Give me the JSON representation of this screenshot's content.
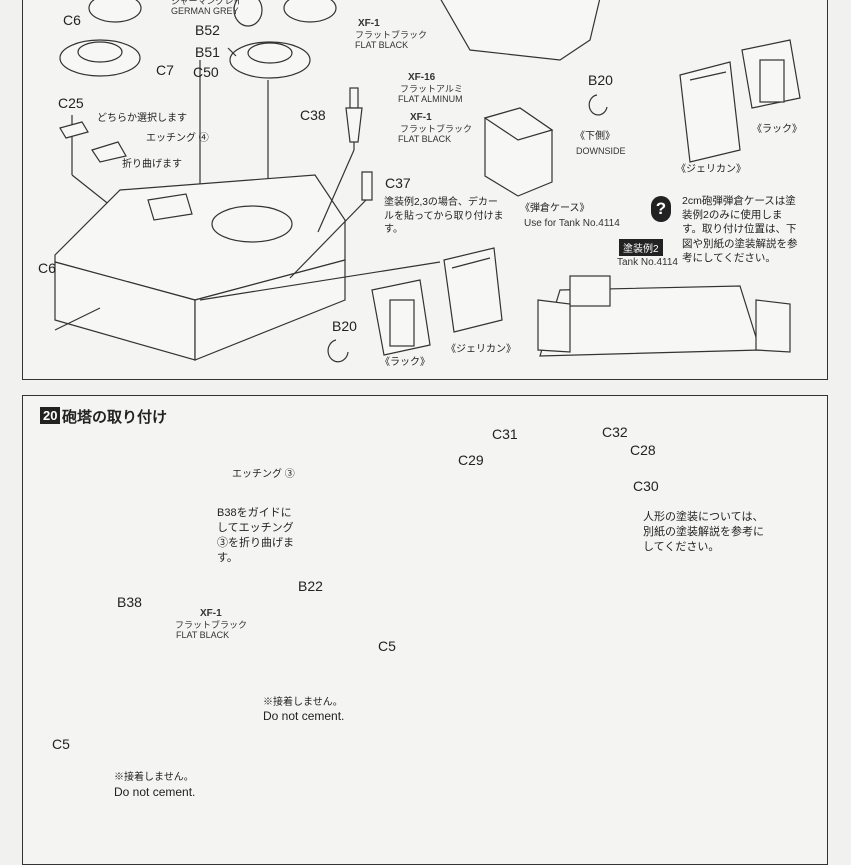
{
  "top": {
    "paint_german_grey": "ジャーマングレイ\nGERMAN GREY",
    "parts": {
      "b52": "B52",
      "b51": "B51",
      "c6": "C6",
      "c7": "C7",
      "c50": "C50",
      "c25": "C25",
      "c38": "C38",
      "c37": "C37",
      "c6b": "C6",
      "b20": "B20",
      "b20b": "B20"
    },
    "paint_xf1_a": {
      "code": "XF-1",
      "jp": "フラットブラック",
      "en": "FLAT BLACK"
    },
    "paint_xf16": {
      "code": "XF-16",
      "jp": "フラットアルミ",
      "en": "FLAT ALMINUM"
    },
    "paint_xf1_b": {
      "code": "XF-1",
      "jp": "フラットブラック",
      "en": "FLAT BLACK"
    },
    "choose_either": "どちらか選択します",
    "etching_4": "エッチング ④",
    "bend": "折り曲げます",
    "c37_note": "塗装例2,3の場合、デカールを貼ってから取り付けます。",
    "downside_jp": "《下側》",
    "downside_en": "DOWNSIDE",
    "rack_jp": "《ラック》",
    "jerrycan_jp": "《ジェリカン》",
    "rack_jp_b": "《ラック》",
    "jerrycan_jp_b": "《ジェリカン》",
    "ammo_case_jp": "《弾倉ケース》",
    "ammo_case_en": "Use for Tank No.4114",
    "paint_scheme_tag": "塗装例2",
    "tank_no": "Tank No.4114",
    "note_icon": "?",
    "note_text": "2cm砲弾弾倉ケースは塗装例2のみに使用します。取り付け位置は、下図や別紙の塗装解説を参考にしてください。"
  },
  "bottom": {
    "step_number": "20",
    "step_title": "砲塔の取り付け",
    "parts": {
      "c31": "C31",
      "c32": "C32",
      "c29": "C29",
      "c28": "C28",
      "c30": "C30",
      "b38": "B38",
      "b22": "B22",
      "c5": "C5",
      "c5b": "C5"
    },
    "etching_3": "エッチング ③",
    "b38_note": "B38をガイドにしてエッチング③を折り曲げます。",
    "paint_xf1": {
      "code": "XF-1",
      "jp": "フラットブラック",
      "en": "FLAT BLACK"
    },
    "no_cement_jp": "※接着しません。",
    "no_cement_en": "Do not cement.",
    "no_cement_jp_b": "※接着しません。",
    "no_cement_en_b": "Do not cement.",
    "figure_note": "人形の塗装については、別紙の塗装解説を参考にしてください。"
  }
}
